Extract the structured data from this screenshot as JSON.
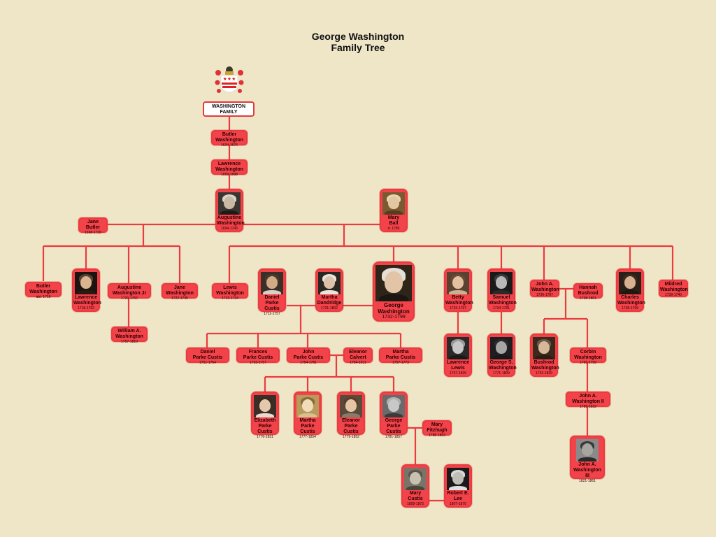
{
  "title": {
    "line1": "George Washington",
    "line2": "Family Tree"
  },
  "crest": {
    "label_line1": "WASHINGTON",
    "label_line2": "FAMILY",
    "icon": "coat-of-arms-icon"
  },
  "colors": {
    "background": "#efe6c8",
    "node": "#f2424a",
    "line": "#ea3b3f",
    "crest_border": "#e23a3f"
  },
  "people": {
    "butler_sr": {
      "n1": "Butler",
      "n2": "Washington",
      "yr": "1634-1676"
    },
    "lawrence_sr": {
      "n1": "Lawrence",
      "n2": "Washington",
      "yr": "1659-1698"
    },
    "augustine": {
      "n1": "Augustine",
      "n2": "Washington",
      "yr": "1694-1743"
    },
    "mary_ball": {
      "n1": "Mary",
      "n2": "Ball",
      "yr": "d. 1789"
    },
    "jane_butler": {
      "n1": "Jane",
      "n2": "Butler",
      "yr": "1698-1730"
    },
    "butler_jr": {
      "n1": "Butler",
      "n2": "Washington",
      "yr": "abt. 1716"
    },
    "lawrence_jr": {
      "n1": "Lawrence",
      "n2": "Washington",
      "yr": "1718-1752"
    },
    "augustine_jr": {
      "n1": "Augustine",
      "n2": "Washington Jr",
      "yr": "1720-1762"
    },
    "jane_w": {
      "n1": "Jane",
      "n2": "Washington",
      "yr": "1722-1735"
    },
    "william_a": {
      "n1": "William A.",
      "n2": "Washington",
      "yr": "1757-1810"
    },
    "lewis": {
      "n1": "Lewis",
      "n2": "Washington",
      "yr": "1723-1734"
    },
    "daniel_pc": {
      "n1": "Daniel",
      "n2": "Parke Custis",
      "yr": "1711-1757"
    },
    "martha_d": {
      "n1": "Martha",
      "n2": "Dandridge",
      "yr": "1731-1802"
    },
    "george": {
      "n1": "George",
      "n2": "Washington",
      "yr": "1732-1799"
    },
    "betty": {
      "n1": "Betty",
      "n2": "Washington",
      "yr": "1733-1797"
    },
    "samuel": {
      "n1": "Samuel",
      "n2": "Washington",
      "yr": "1734-1781"
    },
    "john_a": {
      "n1": "John A.",
      "n2": "Washington",
      "yr": "1736-1787"
    },
    "hannah": {
      "n1": "Hannah",
      "n2": "Bushrod",
      "yr": "1738-1801"
    },
    "charles": {
      "n1": "Charles",
      "n2": "Washington",
      "yr": "1738-1799"
    },
    "mildred": {
      "n1": "Mildred",
      "n2": "Washington",
      "yr": "1739-1740"
    },
    "daniel_pc2": {
      "n1": "Daniel",
      "n2": "Parke Custis",
      "yr": "1751-1754"
    },
    "frances_pc": {
      "n1": "Frances",
      "n2": "Parke Custis",
      "yr": "1753-1757"
    },
    "john_pc": {
      "n1": "John",
      "n2": "Parke Custis",
      "yr": "1754-1781"
    },
    "eleanor_c": {
      "n1": "Eleanor",
      "n2": "Calvert",
      "yr": "1754-1811"
    },
    "martha_pc": {
      "n1": "Martha",
      "n2": "Parke Custis",
      "yr": "1757-1773"
    },
    "lawrence_lewis": {
      "n1": "Lawrence",
      "n2": "Lewis",
      "yr": "1767-1839"
    },
    "george_s": {
      "n1": "George S.",
      "n2": "Washington",
      "yr": "1771-1809"
    },
    "bushrod": {
      "n1": "Bushrod",
      "n2": "Washington",
      "yr": "1762-1829"
    },
    "corbin": {
      "n1": "Corbin",
      "n2": "Washington",
      "yr": "1765-1799"
    },
    "elizabeth_pc": {
      "n1": "Elizabeth",
      "n2": "Parke Custis",
      "yr": "1776-1831"
    },
    "martha_pc2": {
      "n1": "Martha",
      "n2": "Parke Custis",
      "yr": "1777-1854"
    },
    "eleanor_pc": {
      "n1": "Eleanor",
      "n2": "Parke Custis",
      "yr": "1779-1852"
    },
    "george_pc": {
      "n1": "George",
      "n2": "Parke Custis",
      "yr": "1781-1857"
    },
    "mary_f": {
      "n1": "Mary",
      "n2": "Fitzhugh",
      "yr": "1788-1853"
    },
    "john_a2": {
      "n1": "John A.",
      "n2": "Washington II",
      "yr": "1789-1832"
    },
    "mary_custis": {
      "n1": "Mary",
      "n2": "Custis",
      "yr": "1808-1873"
    },
    "robert_lee": {
      "n1": "Robert E.",
      "n2": "Lee",
      "yr": "1807-1870"
    },
    "john_a3": {
      "n1": "John A.",
      "n2": "Washington III",
      "yr": "1821-1861"
    }
  }
}
